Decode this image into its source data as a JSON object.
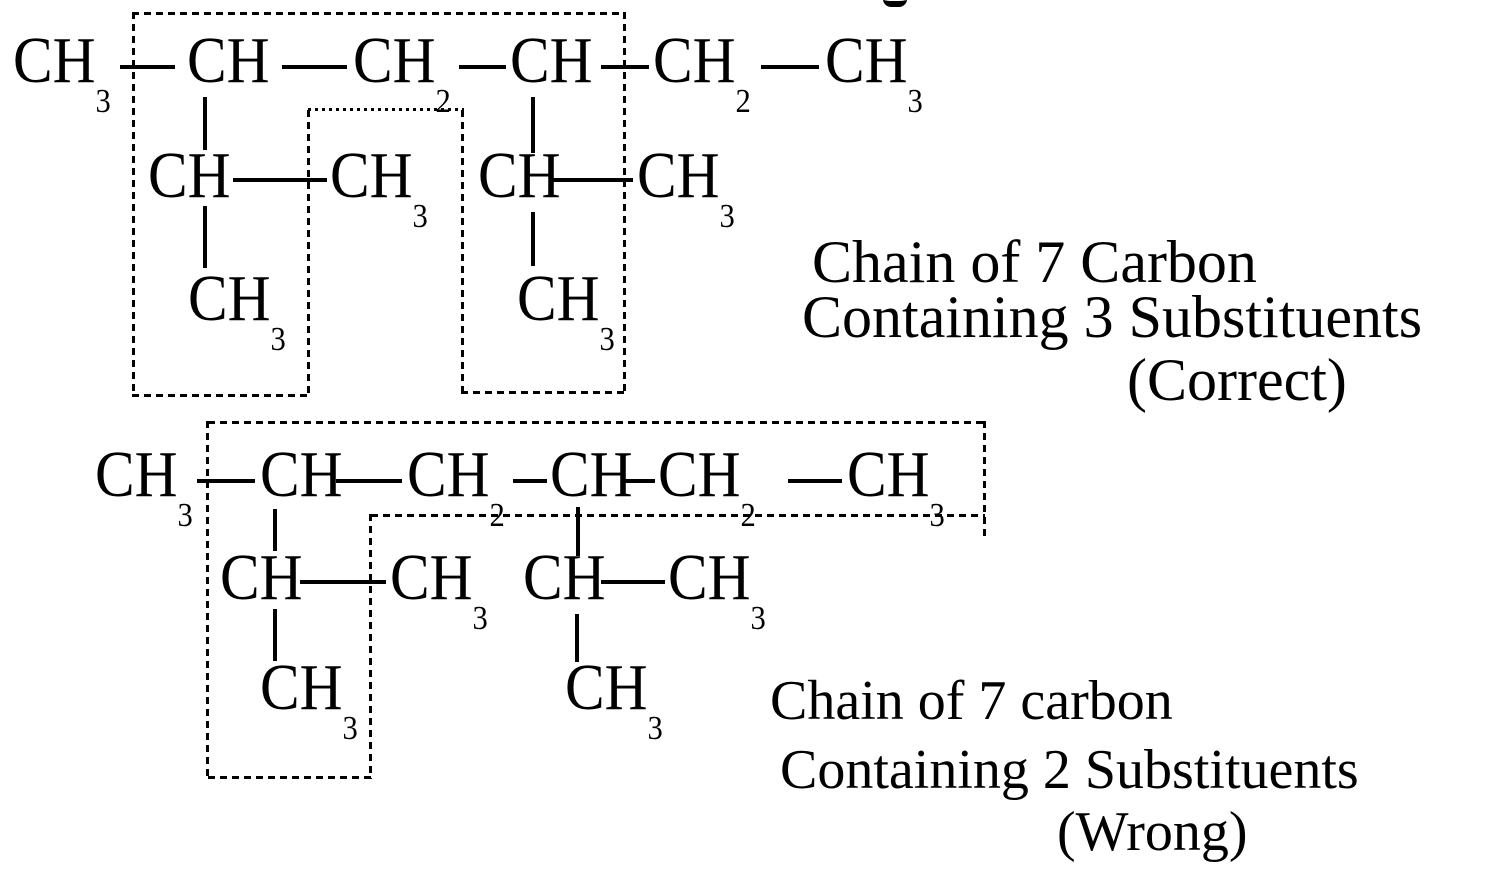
{
  "colors": {
    "background": "#ffffff",
    "ink": "#000000"
  },
  "top_molecule": {
    "atoms": [
      {
        "base": "CH",
        "sub": "3"
      },
      {
        "base": "CH",
        "sub": ""
      },
      {
        "base": "CH",
        "sub": "2"
      },
      {
        "base": "CH",
        "sub": ""
      },
      {
        "base": "CH",
        "sub": "2"
      },
      {
        "base": "CH",
        "sub": "3"
      },
      {
        "base": "CH",
        "sub": ""
      },
      {
        "base": "CH",
        "sub": "3"
      },
      {
        "base": "CH",
        "sub": ""
      },
      {
        "base": "CH",
        "sub": "3"
      },
      {
        "base": "CH",
        "sub": "3"
      },
      {
        "base": "CH",
        "sub": "3"
      }
    ],
    "label_lines": [
      "Chain of 7 Carbon",
      "Containing 3 Substituents",
      "(Correct)"
    ]
  },
  "bottom_molecule": {
    "atoms": [
      {
        "base": "CH",
        "sub": "3"
      },
      {
        "base": "CH",
        "sub": ""
      },
      {
        "base": "CH",
        "sub": "2"
      },
      {
        "base": "CH",
        "sub": ""
      },
      {
        "base": "CH",
        "sub": "2"
      },
      {
        "base": "CH",
        "sub": "3"
      },
      {
        "base": "CH",
        "sub": ""
      },
      {
        "base": "CH",
        "sub": "3"
      },
      {
        "base": "CH",
        "sub": ""
      },
      {
        "base": "CH",
        "sub": "3"
      },
      {
        "base": "CH",
        "sub": "3"
      },
      {
        "base": "CH",
        "sub": "3"
      }
    ],
    "label_lines": [
      "Chain of 7 carbon",
      "Containing 2 Substituents",
      "(Wrong)"
    ]
  }
}
